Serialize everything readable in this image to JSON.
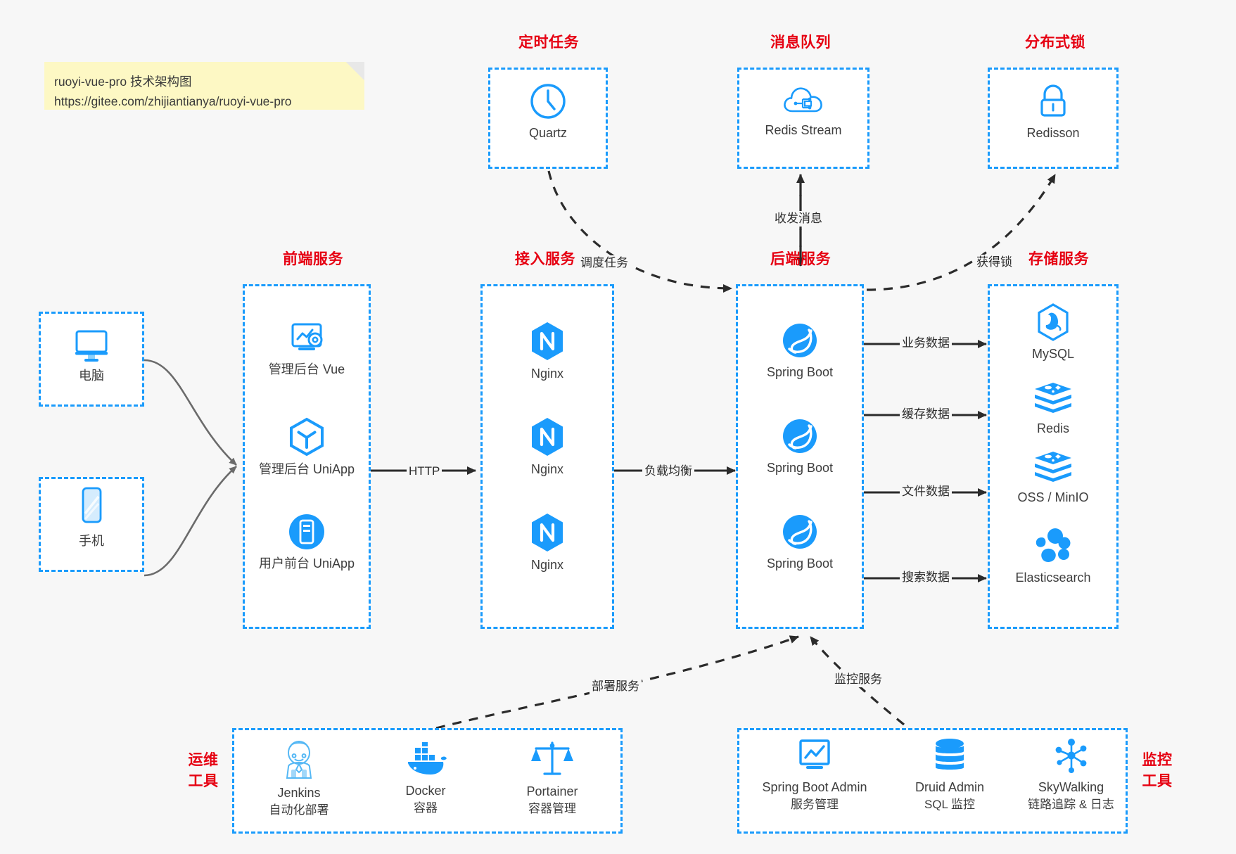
{
  "note": {
    "line1": "ruoyi-vue-pro 技术架构图",
    "line2": "https://gitee.com/zhijiantianya/ruoyi-vue-pro",
    "bg": "#fdf8c4"
  },
  "colors": {
    "accent": "#1a9bfc",
    "title_red": "#e60012",
    "text": "#3d3d3d",
    "canvas": "#f7f7f7",
    "edge": "#2b2b2b"
  },
  "groups": {
    "scheduler": {
      "title": "定时任务",
      "nodes": [
        {
          "label": "Quartz",
          "icon": "clock-icon"
        }
      ]
    },
    "mq": {
      "title": "消息队列",
      "nodes": [
        {
          "label": "Redis Stream",
          "icon": "cloud-stream-icon"
        }
      ]
    },
    "lock": {
      "title": "分布式锁",
      "nodes": [
        {
          "label": "Redisson",
          "icon": "lock-icon"
        }
      ]
    },
    "clients": {
      "nodes": [
        {
          "label": "电脑",
          "icon": "desktop-icon"
        },
        {
          "label": "手机",
          "icon": "phone-icon"
        }
      ]
    },
    "frontend": {
      "title": "前端服务",
      "nodes": [
        {
          "label": "管理后台 Vue",
          "icon": "dashboard-gear-icon"
        },
        {
          "label": "管理后台 UniApp",
          "icon": "hexagon-cube-icon"
        },
        {
          "label": "用户前台 UniApp",
          "icon": "mobile-app-icon"
        }
      ]
    },
    "gateway": {
      "title": "接入服务",
      "nodes": [
        {
          "label": "Nginx",
          "icon": "nginx-icon"
        },
        {
          "label": "Nginx",
          "icon": "nginx-icon"
        },
        {
          "label": "Nginx",
          "icon": "nginx-icon"
        }
      ]
    },
    "backend": {
      "title": "后端服务",
      "nodes": [
        {
          "label": "Spring Boot",
          "icon": "spring-boot-icon"
        },
        {
          "label": "Spring Boot",
          "icon": "spring-boot-icon"
        },
        {
          "label": "Spring Boot",
          "icon": "spring-boot-icon"
        }
      ]
    },
    "storage": {
      "title": "存储服务",
      "nodes": [
        {
          "label": "MySQL",
          "icon": "mysql-icon"
        },
        {
          "label": "Redis",
          "icon": "redis-icon"
        },
        {
          "label": "OSS / MinIO",
          "icon": "oss-minio-icon"
        },
        {
          "label": "Elasticsearch",
          "icon": "elasticsearch-icon"
        }
      ]
    },
    "devops": {
      "title_line1": "运维",
      "title_line2": "工具",
      "nodes": [
        {
          "label": "Jenkins",
          "sub": "自动化部署",
          "icon": "jenkins-icon"
        },
        {
          "label": "Docker",
          "sub": "容器",
          "icon": "docker-icon"
        },
        {
          "label": "Portainer",
          "sub": "容器管理",
          "icon": "scales-icon"
        }
      ]
    },
    "monitor": {
      "title_line1": "监控",
      "title_line2": "工具",
      "nodes": [
        {
          "label": "Spring Boot Admin",
          "sub": "服务管理",
          "icon": "monitor-chart-icon"
        },
        {
          "label": "Druid Admin",
          "sub": "SQL 监控",
          "icon": "database-icon"
        },
        {
          "label": "SkyWalking",
          "sub": "链路追踪 & 日志",
          "icon": "skywalking-icon"
        }
      ]
    }
  },
  "edges": [
    {
      "id": "http",
      "label": "HTTP"
    },
    {
      "id": "load-balance",
      "label": "负载均衡"
    },
    {
      "id": "schedule-task",
      "label": "调度任务"
    },
    {
      "id": "send-receive-message",
      "label": "收发消息"
    },
    {
      "id": "acquire-lock",
      "label": "获得锁"
    },
    {
      "id": "business-data",
      "label": "业务数据"
    },
    {
      "id": "cache-data",
      "label": "缓存数据"
    },
    {
      "id": "file-data",
      "label": "文件数据"
    },
    {
      "id": "search-data",
      "label": "搜索数据"
    },
    {
      "id": "deploy-service",
      "label": "部署服务"
    },
    {
      "id": "monitor-service",
      "label": "监控服务"
    }
  ]
}
